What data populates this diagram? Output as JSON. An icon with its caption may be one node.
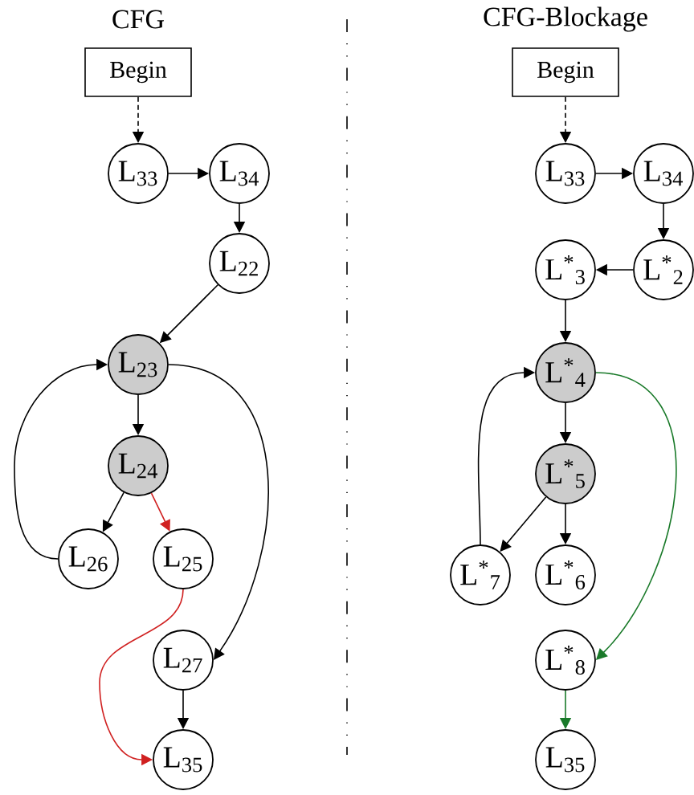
{
  "diagram": {
    "nodes": [
      {
        "text": [
          "Begin"
        ]
      },
      {
        "text": [
          "L$_{33}$"
        ]
      },
      {
        "text": [
          "L$_{34}$"
        ]
      },
      {
        "text": [
          "L$_{22}$"
        ]
      },
      {
        "text": [
          "L$_{23}$"
        ]
      },
      {
        "text": [
          "L$_{24}$"
        ]
      },
      {
        "text": [
          "L$_{26}$"
        ]
      },
      {
        "text": [
          "L$_{25}$"
        ]
      },
      {
        "text": [
          "L$_{27}$"
        ]
      },
      {
        "text": [
          "L$_{35}$"
        ]
      },
      {
        "text": [
          "Begin"
        ]
      },
      {
        "text": [
          "L$_{33}$"
        ]
      },
      {
        "text": [
          "L$_{34}$"
        ]
      },
      {
        "text": [
          "L$^{*}$$_{2}$"
        ]
      },
      {
        "text": [
          "L$^{*}$$_{3}$"
        ]
      },
      {
        "text": [
          "L$^{*}$$_{4}$"
        ]
      },
      {
        "text": [
          "L$^{*}$$_{5}$"
        ]
      },
      {
        "text": [
          "L$^{*}$$_{7}$"
        ]
      },
      {
        "text": [
          "L$^{*}$$_{6}$"
        ]
      },
      {
        "text": [
          "L$^{*}$$_{8}$"
        ]
      },
      {
        "text": [
          "L$_{35}$"
        ]
      }
    ],
    "edges": [
      {
        "from": 0,
        "to": 1,
        "arrow": "to",
        "style": "dashed"
      },
      {
        "from": 1,
        "to": 2,
        "arrow": "to"
      },
      {
        "from": 2,
        "to": 3,
        "arrow": "to"
      },
      {
        "from": 3,
        "to": 4,
        "arrow": "to"
      },
      {
        "from": 4,
        "to": 5,
        "arrow": "to"
      },
      {
        "from": 5,
        "to": 6,
        "arrow": "to"
      },
      {
        "from": 5,
        "to": 7,
        "arrow": "to",
        "color": "#d02020"
      },
      {
        "from": 6,
        "to": 4,
        "arrow": "to"
      },
      {
        "from": 4,
        "to": 8,
        "arrow": "to"
      },
      {
        "from": 7,
        "to": 9,
        "arrow": "to",
        "color": "#d02020"
      },
      {
        "from": 8,
        "to": 9,
        "arrow": "to"
      },
      {
        "from": 10,
        "to": 11,
        "arrow": "to",
        "style": "dashed"
      },
      {
        "from": 11,
        "to": 12,
        "arrow": "to"
      },
      {
        "from": 12,
        "to": 13,
        "arrow": "to"
      },
      {
        "from": 13,
        "to": 14,
        "arrow": "to"
      },
      {
        "from": 14,
        "to": 15,
        "arrow": "to"
      },
      {
        "from": 15,
        "to": 16,
        "arrow": "to"
      },
      {
        "from": 16,
        "to": 17,
        "arrow": "to"
      },
      {
        "from": 16,
        "to": 18,
        "arrow": "to"
      },
      {
        "from": 17,
        "to": 15,
        "arrow": "to"
      },
      {
        "from": 15,
        "to": 19,
        "arrow": "to",
        "color": "#1a7a2a"
      },
      {
        "from": 19,
        "to": 20,
        "arrow": "to",
        "color": "#1a7a2a"
      }
    ],
    "labels": [
      "CFG",
      "CFG-Blockage"
    ]
  }
}
